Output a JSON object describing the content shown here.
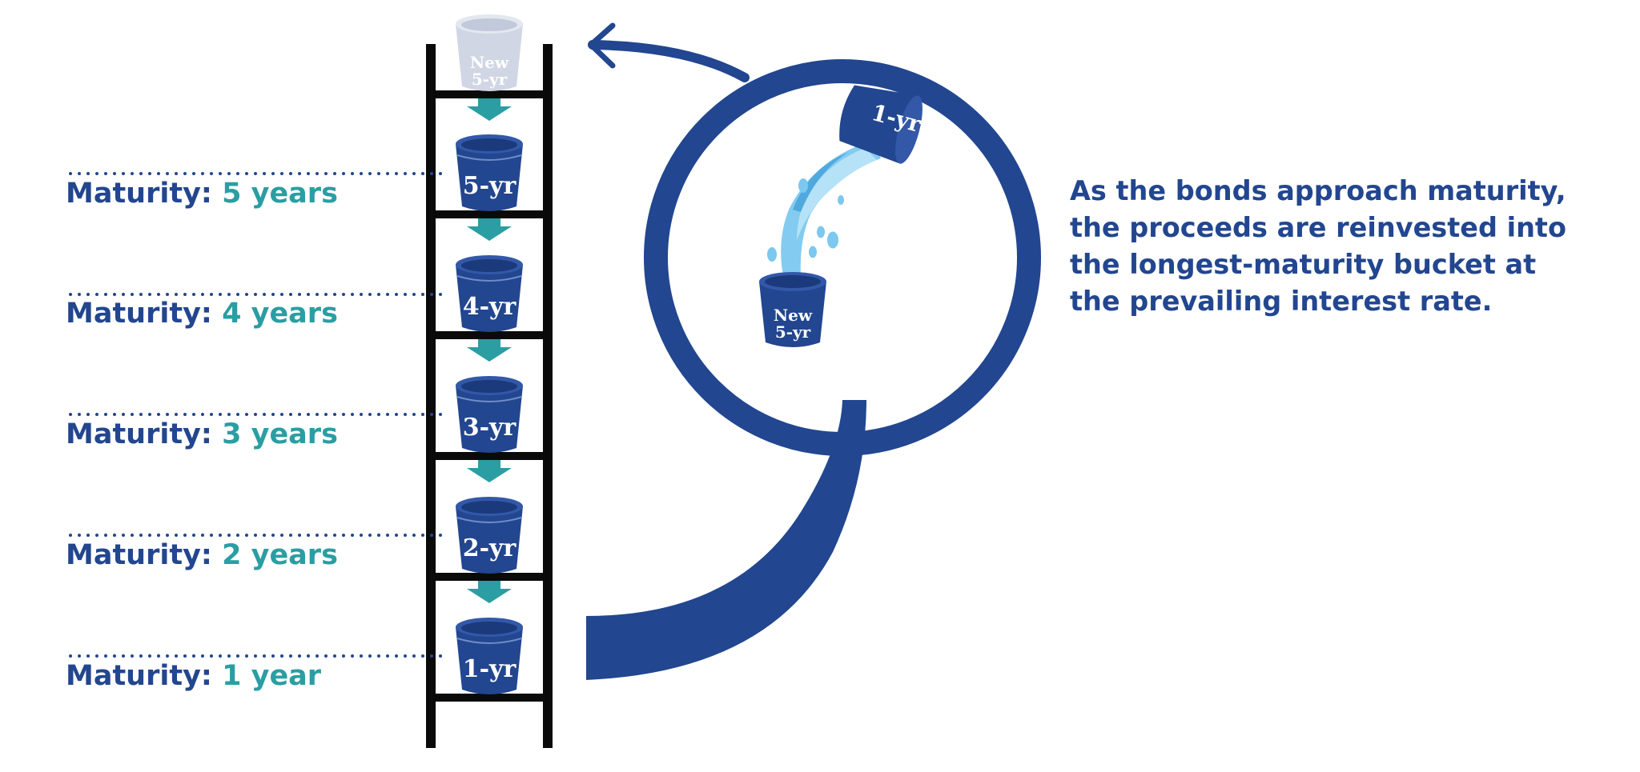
{
  "colors": {
    "navy": "#22468f",
    "navy_dark": "#1b3a7c",
    "navy_light": "#3358a8",
    "teal": "#2a9ea2",
    "water": "#7cc8ef",
    "ladder": "#0a0a0a",
    "faded_bucket": "#d0d6e4"
  },
  "maturity_prefix": "Maturity:",
  "rungs": [
    {
      "bucket": "5-yr",
      "value": "5 years"
    },
    {
      "bucket": "4-yr",
      "value": "4 years"
    },
    {
      "bucket": "3-yr",
      "value": "3 years"
    },
    {
      "bucket": "2-yr",
      "value": "2 years"
    },
    {
      "bucket": "1-yr",
      "value": "1 year"
    }
  ],
  "top_bucket": {
    "line1": "New",
    "line2": "5-yr"
  },
  "pouring_bucket": {
    "label": "1-yr"
  },
  "receiving_bucket": {
    "line1": "New",
    "line2": "5-yr"
  },
  "description": [
    "As the bonds approach maturity,",
    "the proceeds are reinvested into",
    "the longest-maturity bucket at",
    "the prevailing interest rate."
  ]
}
